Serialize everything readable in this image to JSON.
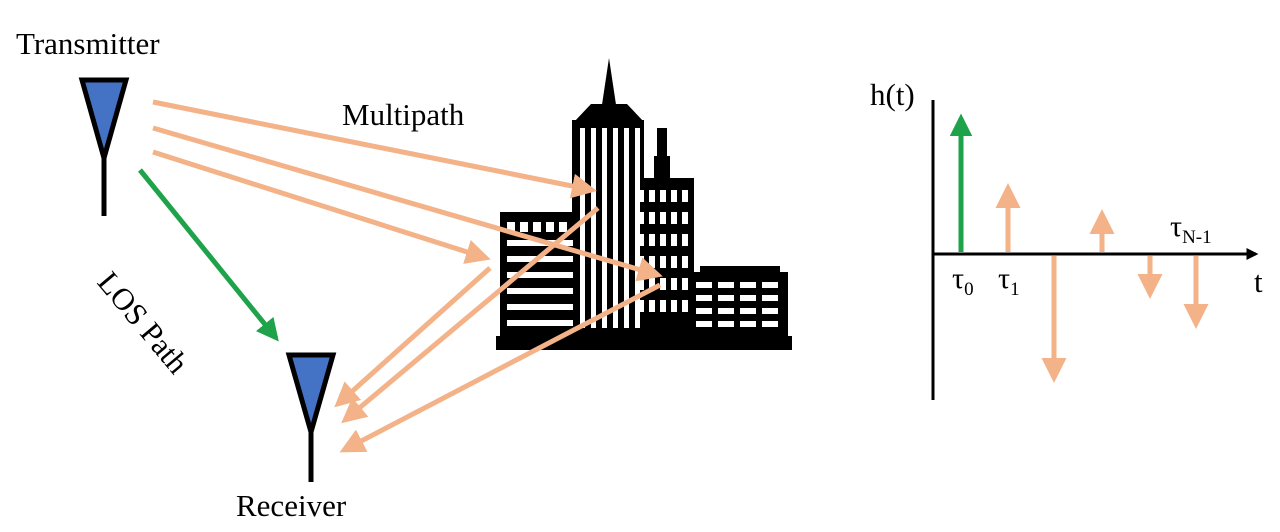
{
  "labels": {
    "transmitter": "Transmitter",
    "receiver": "Receiver",
    "multipath": "Multipath",
    "los_path": "LOS Path"
  },
  "impulse_response": {
    "y_label": "h(t)",
    "x_label": "t",
    "tau_symbol": "τ",
    "tau0_sub": "0",
    "tau1_sub": "1",
    "tauN_sub": "N-1"
  },
  "colors": {
    "los": "#1fa34a",
    "multipath": "#f3b287",
    "antenna": "#4472c4",
    "building": "#000000"
  }
}
